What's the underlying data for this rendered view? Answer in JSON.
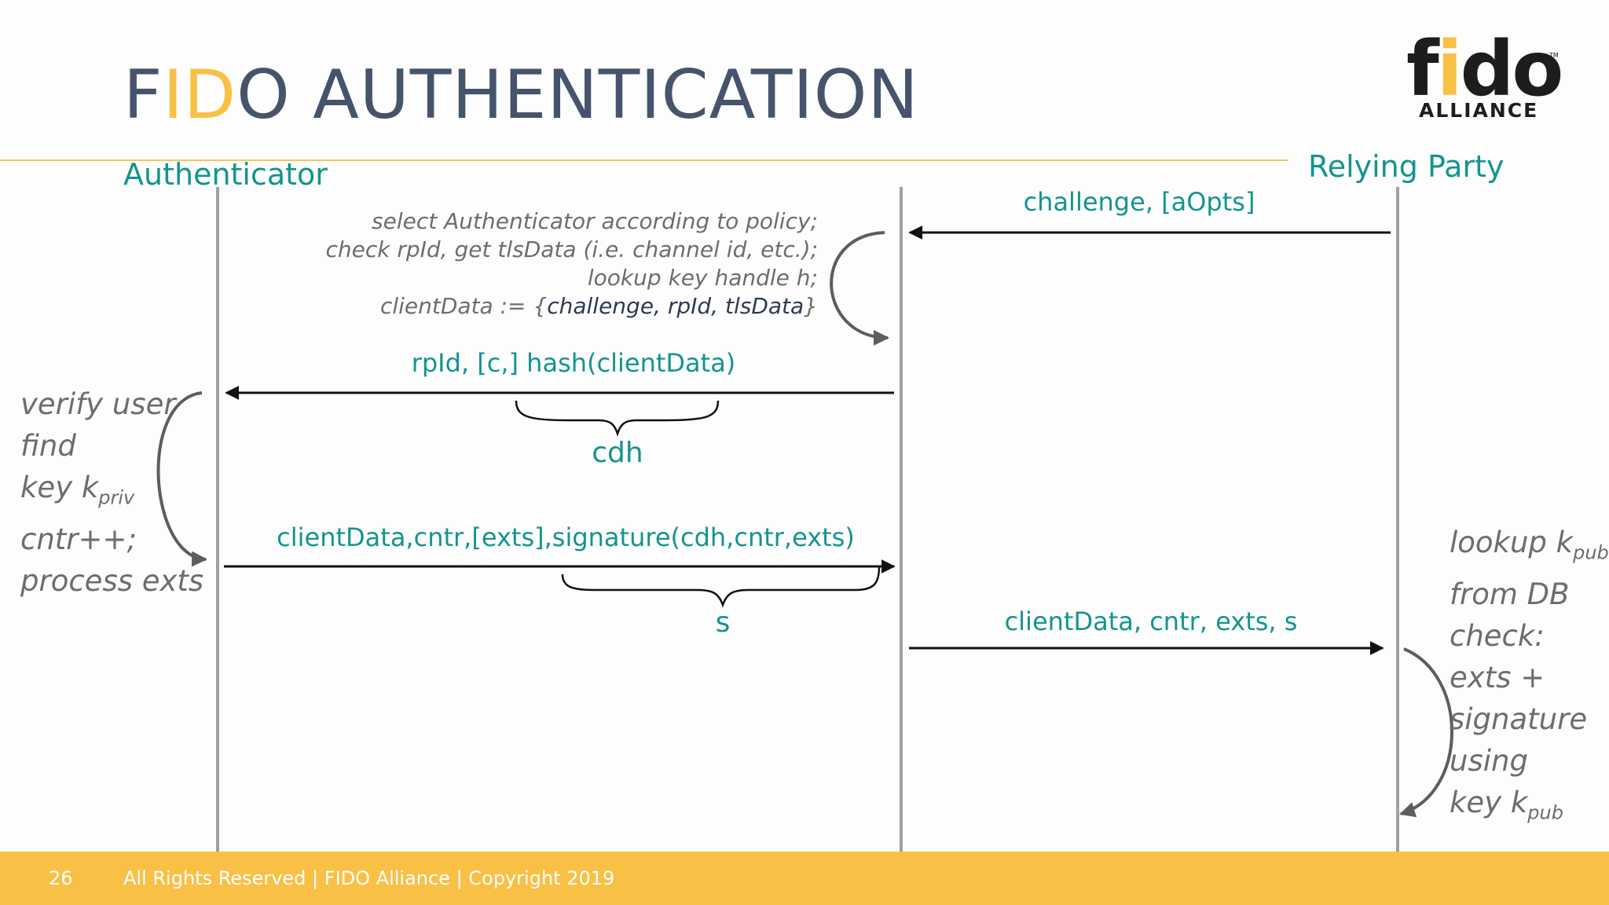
{
  "title": {
    "prefix": "F",
    "highlight": "ID",
    "suffix": "O AUTHENTICATION"
  },
  "logo": {
    "word_f": "f",
    "word_i": "i",
    "word_do": "do",
    "tm": "TM",
    "sub": "ALLIANCE"
  },
  "parties": {
    "authenticator": "Authenticator",
    "relying_party": "Relying Party"
  },
  "messages": {
    "challenge": "challenge, [aOpts]",
    "rpid_hash": "rpId, [c,] hash(clientData)",
    "client_sig": "clientData,cntr,[exts],signature(cdh,cntr,exts)",
    "to_rp": "clientData, cntr, exts, s"
  },
  "braces": {
    "cdh": "cdh",
    "s": "s"
  },
  "client_note": {
    "line1": "select Authenticator according to policy;",
    "line2": "check rpId, get tlsData (i.e. channel id, etc.);",
    "line3": "lookup key handle h;",
    "line4_prefix": "clientData := {",
    "line4_em": "challenge, rpId, tlsData",
    "line4_suffix": "}"
  },
  "auth_note": {
    "line1": "verify user",
    "line2": "find",
    "line3": "key k",
    "line3_sub": "priv",
    "line4": "cntr++;",
    "line5": "process exts"
  },
  "rp_note": {
    "line1": "lookup k",
    "line1_sub": "pub",
    "line2": "from DB",
    "line3": "check:",
    "line4": "exts +",
    "line5": "signature",
    "line6": "using",
    "line7": "key k",
    "line7_sub": "pub"
  },
  "footer": {
    "page": "26",
    "text": "All Rights Reserved | FIDO Alliance | Copyright 2019"
  },
  "colors": {
    "accent": "#f9c046",
    "teal": "#14948f",
    "title": "#46546b",
    "line": "#9ea0a2"
  }
}
